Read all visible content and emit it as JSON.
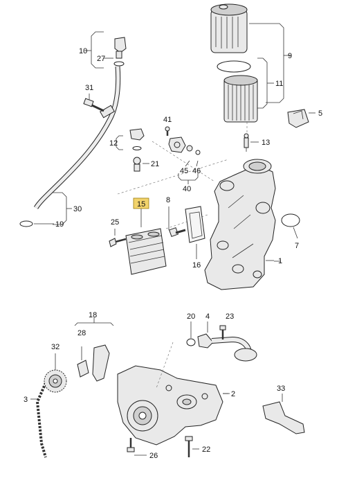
{
  "callouts": {
    "c1": "1",
    "c2": "2",
    "c3": "3",
    "c4": "4",
    "c5": "5",
    "c7": "7",
    "c8": "8",
    "c9": "9",
    "c10": "10",
    "c11": "11",
    "c12": "12",
    "c13": "13",
    "c15": "15",
    "c16": "16",
    "c18": "18",
    "c19": "19",
    "c20": "20",
    "c21": "21",
    "c22": "22",
    "c23": "23",
    "c25": "25",
    "c26": "26",
    "c27": "27",
    "c28": "28",
    "c30": "30",
    "c31": "31",
    "c32": "32",
    "c33": "33",
    "c40": "40",
    "c41": "41",
    "c45": "45",
    "c46": "46"
  },
  "highlight": {
    "part": "15",
    "color": "#f2d36b"
  }
}
